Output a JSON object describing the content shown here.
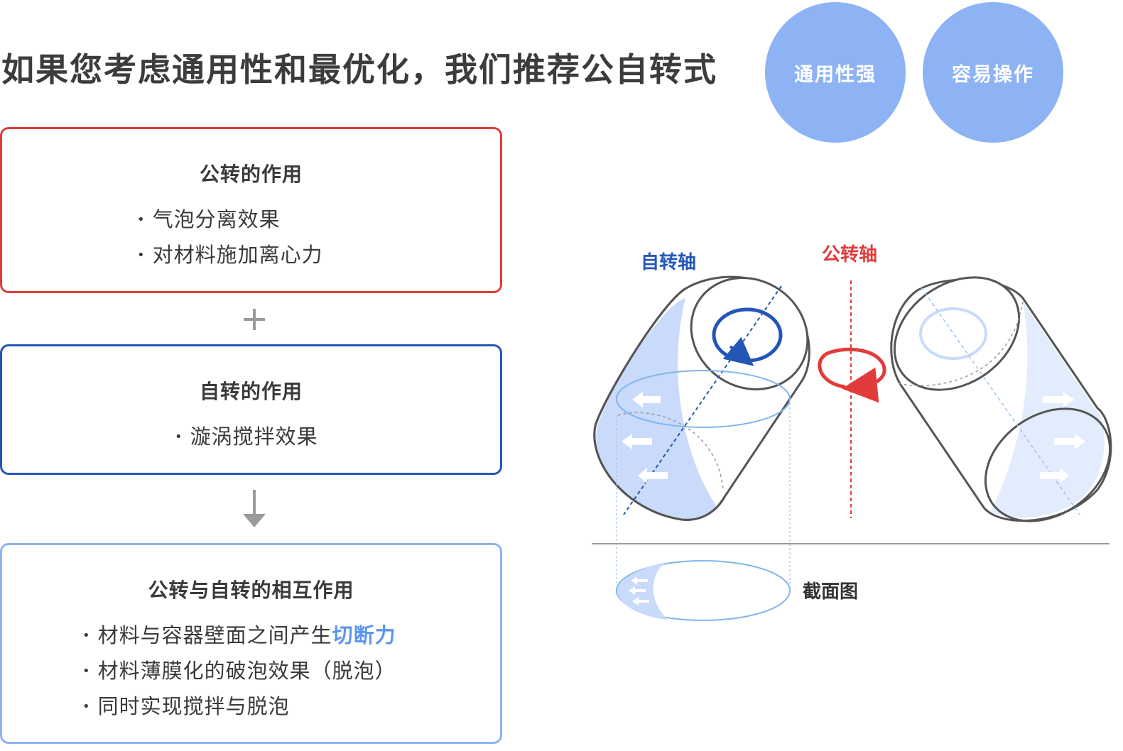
{
  "headline": "如果您考虑通用性和最优化，我们推荐公自转式",
  "badges": [
    "通用性强",
    "容易操作"
  ],
  "cards": {
    "revolution": {
      "title": "公转的作用",
      "bullets": [
        "气泡分离效果",
        "对材料施加离心力"
      ]
    },
    "rotation": {
      "title": "自转的作用",
      "bullets": [
        "漩涡搅拌效果"
      ]
    },
    "combined": {
      "title": "公转与自转的相互作用",
      "bullet1_text": "材料与容器壁面之间产生",
      "bullet1_highlight": "切断力",
      "bullets": [
        "材料薄膜化的破泡效果（脱泡）",
        "同时实现搅拌与脱泡"
      ]
    }
  },
  "connectors": {
    "plus": "+",
    "arrow": "down-arrow-icon"
  },
  "diagram": {
    "rotation_axis_label": "自转轴",
    "revolution_axis_label": "公转轴",
    "cross_section_label": "截面图"
  },
  "colors": {
    "revolution": "#e23b3b",
    "rotation": "#2456b8",
    "combined": "#8fb2f0",
    "badge": "#8db3f4",
    "highlight": "#5b95ef"
  }
}
